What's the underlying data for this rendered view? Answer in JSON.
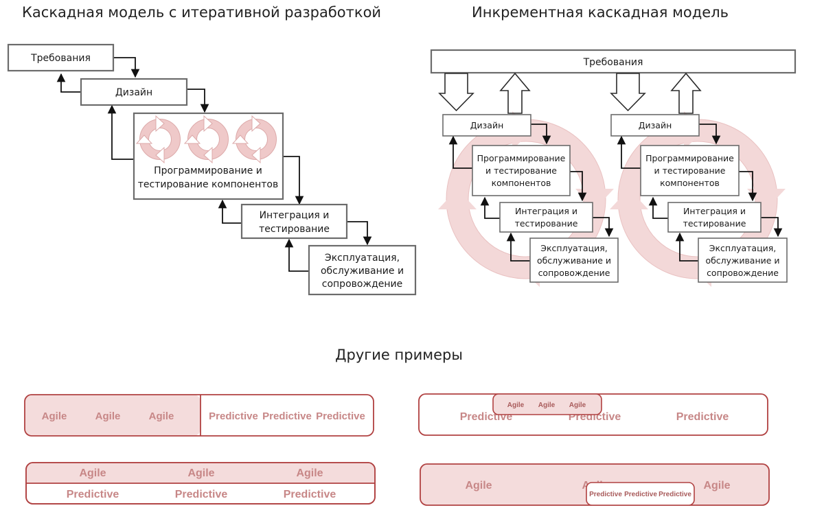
{
  "titles": {
    "left": "Каскадная модель с итеративной разработкой",
    "right": "Инкрементная каскадная модель",
    "bottom": "Другие примеры"
  },
  "left_model": {
    "requirements": "Требования",
    "design": "Дизайн",
    "programming": [
      "Программирование и",
      "тестирование компонентов"
    ],
    "integration": [
      "Интеграция и",
      "тестирование"
    ],
    "operation": [
      "Эксплуатация,",
      "обслуживание и",
      "сопровождение"
    ]
  },
  "right_model": {
    "requirements": "Требования",
    "design": "Дизайн",
    "programming": [
      "Программирование",
      "и тестирование",
      "компонентов"
    ],
    "integration": [
      "Интеграция и",
      "тестирование"
    ],
    "operation": [
      "Эксплуатация,",
      "обслуживание и",
      "сопровождение"
    ]
  },
  "examples": {
    "ex1": {
      "agile": [
        "Agile",
        "Agile",
        "Agile"
      ],
      "predictive": [
        "Predictive",
        "Predictive",
        "Predictive"
      ]
    },
    "ex2": {
      "agile": [
        "Agile",
        "Agile",
        "Agile"
      ],
      "predictive": [
        "Predictive",
        "Predictive",
        "Predictive"
      ]
    },
    "ex3": {
      "agile": [
        "Agile",
        "Agile",
        "Agile"
      ],
      "predictive": [
        "Predictive",
        "Predictive",
        "Predictive"
      ]
    },
    "ex4": {
      "agile": [
        "Agile",
        "Agile",
        "Agile"
      ],
      "predictive": [
        "Predictive",
        "Predictive",
        "Predictive"
      ]
    }
  },
  "colors": {
    "accent_border": "#b04040",
    "pale_fill": "#f4dcdc",
    "pale_text": "#c78787",
    "box_border": "#6b6b6b"
  }
}
